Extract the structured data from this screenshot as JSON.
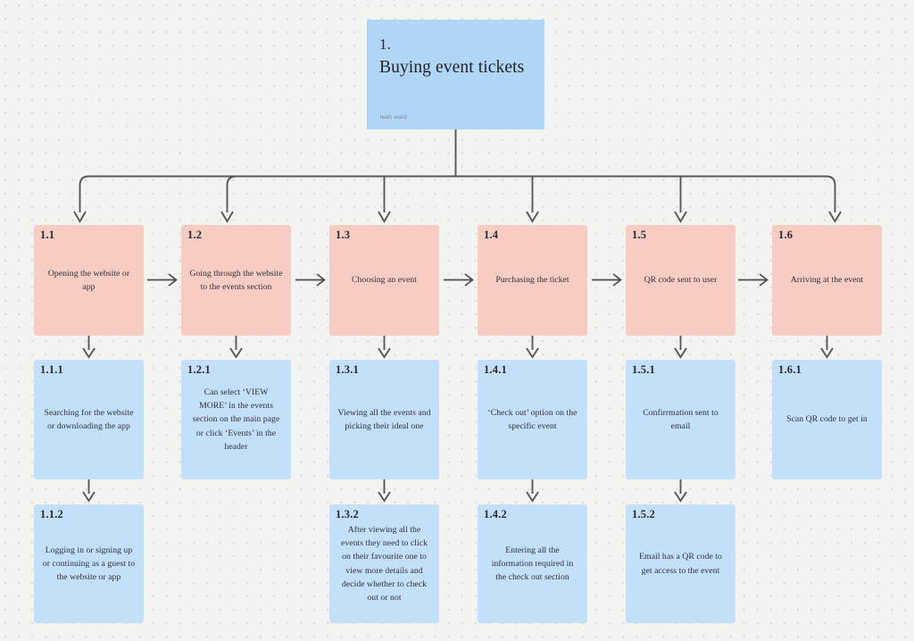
{
  "canvas": {
    "background_color": "#f3f3f2",
    "dot_color": "#d9d9d7"
  },
  "title_card": {
    "number": "1.",
    "title": "Buying event tickets",
    "author": "leah ward",
    "color": "#afd6f5"
  },
  "colors": {
    "stage_box": "#f6ccc3",
    "detail_box": "#c3e0fb",
    "connector": "#575757",
    "text": "#2f2f38"
  },
  "stages": [
    {
      "id": "1.1",
      "text": "Opening the website or app"
    },
    {
      "id": "1.2",
      "text": "Going through the website to the events section"
    },
    {
      "id": "1.3",
      "text": "Choosing an event"
    },
    {
      "id": "1.4",
      "text": "Purchasing the ticket"
    },
    {
      "id": "1.5",
      "text": "QR code sent to user"
    },
    {
      "id": "1.6",
      "text": "Arriving at the event"
    }
  ],
  "substeps_row1": [
    {
      "id": "1.1.1",
      "text": "Searching for the website or downloading the app"
    },
    {
      "id": "1.2.1",
      "text": "Can select ‘VIEW MORE’ in the events section on the main page or click ‘Events’ in the header"
    },
    {
      "id": "1.3.1",
      "text": "Viewing all the events and picking their ideal one"
    },
    {
      "id": "1.4.1",
      "text": "‘Check out’ option on the specific event"
    },
    {
      "id": "1.5.1",
      "text": "Confirrmation sent to email"
    },
    {
      "id": "1.6.1",
      "text": "Scan QR  code to get in"
    }
  ],
  "substeps_row2": [
    {
      "id": "1.1.2",
      "text": "Logging in or signing up or continuing as a guest to the website or app"
    },
    {
      "id": "1.3.2",
      "text": "After viewing all the events they need to click on their favourite one to view more details and decide whether to check out or not"
    },
    {
      "id": "1.4.2",
      "text": "Entering all the information required in the check out section"
    },
    {
      "id": "1.5.2",
      "text": "Email has a QR code to get access to the event"
    }
  ]
}
